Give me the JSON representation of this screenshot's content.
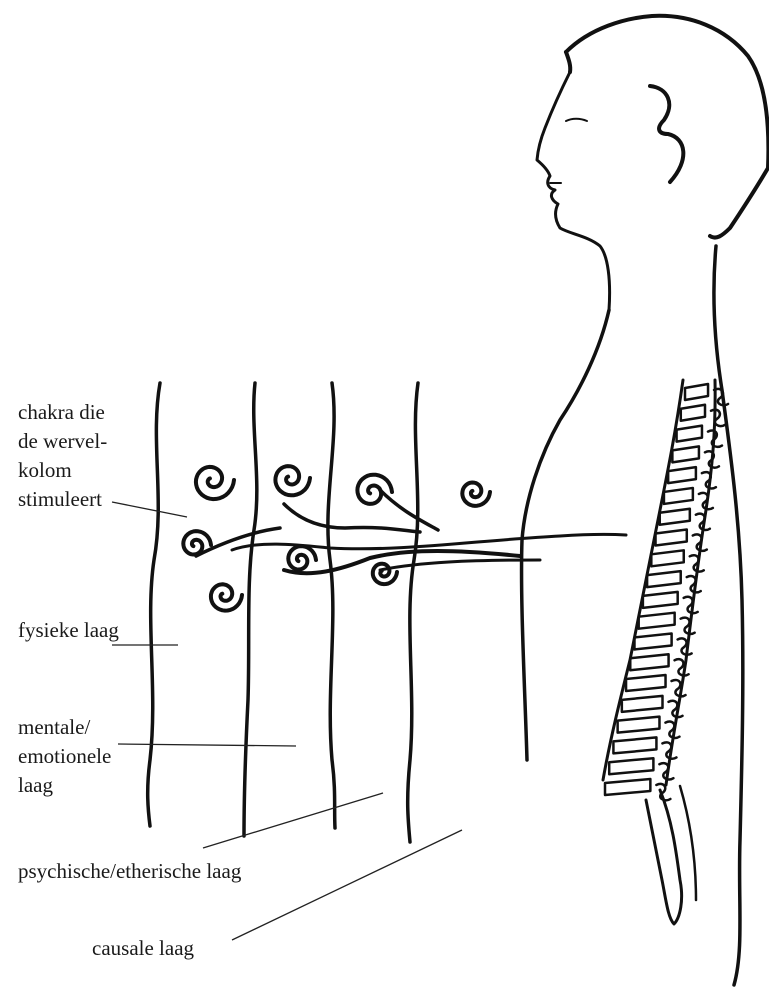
{
  "labels": {
    "chakra": [
      "chakra die",
      "de wervel-",
      "kolom",
      "stimuleert"
    ],
    "physical": "fysieke laag",
    "mental": [
      "mentale/",
      "emotionele",
      "laag"
    ],
    "psychic": "psychische/etherische laag",
    "causal": "causale laag"
  },
  "colors": {
    "ink": "#111111",
    "text": "#1a1a1a",
    "background": "#ffffff"
  }
}
